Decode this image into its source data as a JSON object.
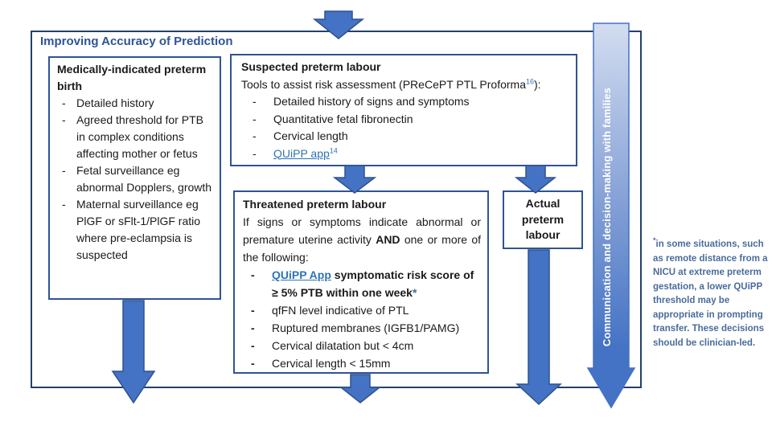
{
  "title": "Improving Accuracy of Prediction",
  "medical_box": {
    "heading": "Medically-indicated preterm birth",
    "items": [
      "Detailed history",
      "Agreed threshold for PTB in complex conditions affecting mother or fetus",
      "Fetal surveillance eg abnormal Dopplers, growth",
      "Maternal surveillance eg PlGF or sFlt-1/PlGF ratio where pre-eclampsia is suspected"
    ]
  },
  "suspected_box": {
    "heading": "Suspected preterm labour",
    "tools_line": "Tools to assist risk assessment (PReCePT PTL Proforma",
    "tools_ref": "16",
    "tools_line_end": "):",
    "items": [
      "Detailed history of signs and symptoms",
      "Quantitative fetal fibronectin",
      "Cervical length"
    ],
    "quipp_link": "QUiPP app",
    "quipp_ref": "14"
  },
  "threatened_box": {
    "heading": "Threatened preterm labour",
    "intro_start": "If signs or symptoms indicate abnormal or premature uterine activity ",
    "intro_and": "AND",
    "intro_end": " one or more of the following:",
    "quipp_link": "QUiPP App",
    "quipp_text": " symptomatic risk score of ≥ 5% PTB within one week",
    "quipp_asterisk": "*",
    "items": [
      "qfFN level indicative of PTL",
      "Ruptured membranes (IGFB1/PAMG)",
      "Cervical dilatation but < 4cm",
      "Cervical length < 15mm"
    ]
  },
  "actual_box": {
    "heading": "Actual preterm labour"
  },
  "communication_arrow_label": "Communication and decision-making with families",
  "note": {
    "asterisk": "*",
    "text": "in some situations, such as remote distance from a NICU at extreme preterm gestation, a lower QUiPP threshold may be appropriate in prompting transfer. These decisions should be clinician-led."
  },
  "colors": {
    "arrow_fill": "#4472C4",
    "arrow_border": "#2F528F",
    "outer_border": "#24406B",
    "box_border": "#2F5496",
    "title_text": "#2F5496",
    "link": "#2E74B5",
    "note_text": "#4A6B9C",
    "comm_gradient_top": "#D3DDF0",
    "comm_gradient_mid": "#7E9CD4",
    "comm_gradient_bottom": "#4472C4",
    "comm_text": "#FFFFFF"
  }
}
